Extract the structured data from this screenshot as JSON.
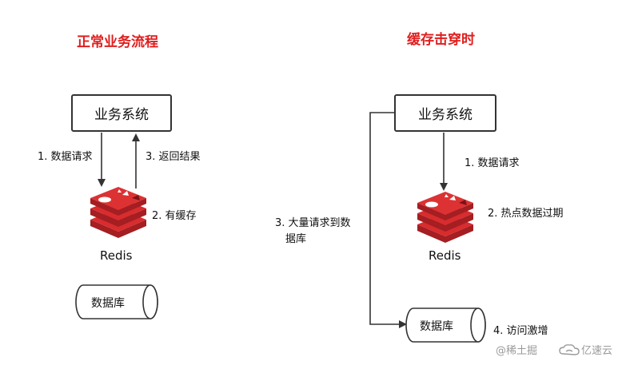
{
  "left": {
    "title": "正常业务流程",
    "system": "业务系统",
    "step1": "1. 数据请求",
    "step2": "2. 有缓存",
    "step3": "3. 返回结果",
    "redis": "Redis",
    "db": "数据库"
  },
  "right": {
    "title": "缓存击穿时",
    "system": "业务系统",
    "step1": "1. 数据请求",
    "step2": "2. 热点数据过期",
    "step3_line1": "3. 大量请求到数",
    "step3_line2": "据库",
    "step4": "4. 访问激增",
    "redis": "Redis",
    "db": "数据库"
  },
  "watermark": {
    "juejin": "@稀土掘",
    "yisu": "亿速云"
  },
  "colors": {
    "title": "#e01e1e",
    "redis": "#c8282a",
    "line": "#333333"
  }
}
